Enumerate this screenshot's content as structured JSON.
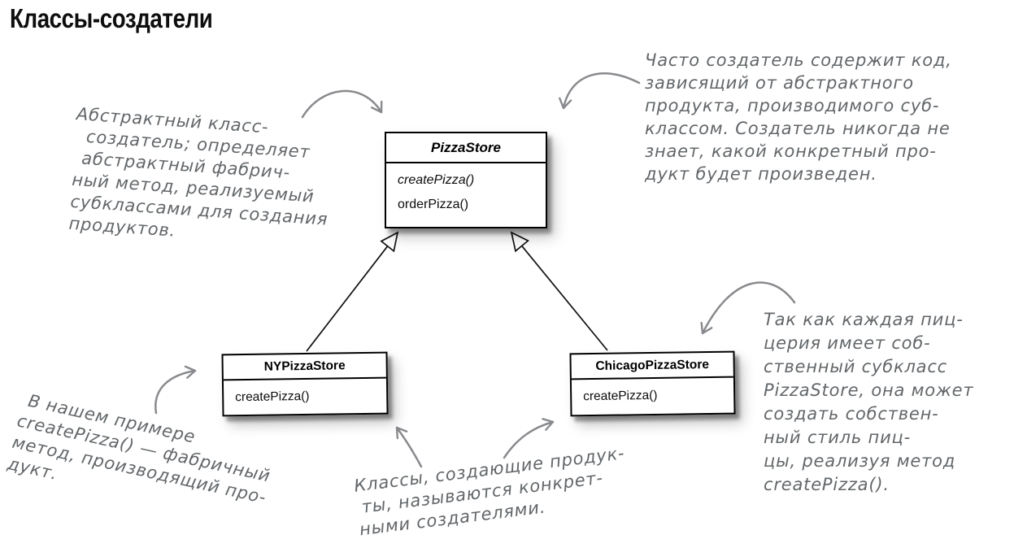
{
  "page": {
    "title": "Классы-создатели"
  },
  "colors": {
    "handwriting_gray": "#63676a",
    "arrow_gray": "#888a8d",
    "box_border": "#000000",
    "background": "#ffffff"
  },
  "diagram": {
    "classes": [
      {
        "name": "PizzaStore",
        "abstract": true,
        "methods": [
          "createPizza()",
          "orderPizza()"
        ]
      },
      {
        "name": "NYPizzaStore",
        "abstract": false,
        "methods": [
          "createPizza()"
        ]
      },
      {
        "name": "ChicagoPizzaStore",
        "abstract": false,
        "methods": [
          "createPizza()"
        ]
      }
    ],
    "relationships": [
      {
        "from": "NYPizzaStore",
        "to": "PizzaStore",
        "type": "inheritance"
      },
      {
        "from": "ChicagoPizzaStore",
        "to": "PizzaStore",
        "type": "inheritance"
      }
    ]
  },
  "annotations": {
    "abstract_creator": {
      "lines": [
        "Абстрактный класс-",
        "создатель; определяет",
        "абстрактный фабрич-",
        "ный метод, реализуемый",
        "субклассами для создания",
        "продуктов."
      ]
    },
    "creator_code": {
      "lines": [
        "Часто создатель содержит код,",
        "зависящий от абстрактного",
        "продукта, производимого суб-",
        "классом. Создатель никогда не",
        "знает, какой конкретный про-",
        "дукт будет произведен."
      ]
    },
    "factory_method_example": {
      "lines": [
        "В нашем примере",
        "createPizza() — фабричный",
        "метод, производящий про-",
        "дукт."
      ]
    },
    "concrete_creators": {
      "lines": [
        "Классы, создающие продук-",
        "ты, называются конкрет-",
        "ными создателями."
      ]
    },
    "own_pizza_style": {
      "lines": [
        "Так как каждая пиц-",
        "церия имеет соб-",
        "ственный субкласс",
        "PizzaStore, она может",
        "создать собствен-",
        "ный стиль пиц-",
        "цы, реализуя метод",
        "createPizza()."
      ]
    }
  }
}
